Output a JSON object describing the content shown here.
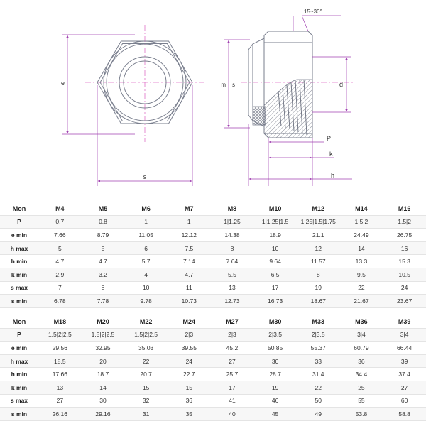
{
  "drawing": {
    "labels": {
      "e": "e",
      "s_bottom": "s",
      "s_side": "s",
      "m": "m",
      "d": "d",
      "P": "P",
      "k": "k",
      "h": "h",
      "angle": "15~30°"
    },
    "colors": {
      "outline": "#7a7f8e",
      "centerline": "#e070c8",
      "dimension": "#a040b0",
      "hatch": "#6a6f7e"
    }
  },
  "table1": {
    "header": [
      "Mon",
      "M4",
      "M5",
      "M6",
      "M7",
      "M8",
      "M10",
      "M12",
      "M14",
      "M16"
    ],
    "rows": [
      {
        "label": "P",
        "values": [
          "0.7",
          "0.8",
          "1",
          "1",
          "1|1.25",
          "1|1.25|1.5",
          "1.25|1.5|1.75",
          "1.5|2",
          "1.5|2"
        ]
      },
      {
        "label": "e min",
        "values": [
          "7.66",
          "8.79",
          "11.05",
          "12.12",
          "14.38",
          "18.9",
          "21.1",
          "24.49",
          "26.75"
        ]
      },
      {
        "label": "h max",
        "values": [
          "5",
          "5",
          "6",
          "7.5",
          "8",
          "10",
          "12",
          "14",
          "16"
        ]
      },
      {
        "label": "h min",
        "values": [
          "4.7",
          "4.7",
          "5.7",
          "7.14",
          "7.64",
          "9.64",
          "11.57",
          "13.3",
          "15.3"
        ]
      },
      {
        "label": "k min",
        "values": [
          "2.9",
          "3.2",
          "4",
          "4.7",
          "5.5",
          "6.5",
          "8",
          "9.5",
          "10.5"
        ]
      },
      {
        "label": "s max",
        "values": [
          "7",
          "8",
          "10",
          "11",
          "13",
          "17",
          "19",
          "22",
          "24"
        ]
      },
      {
        "label": "s min",
        "values": [
          "6.78",
          "7.78",
          "9.78",
          "10.73",
          "12.73",
          "16.73",
          "18.67",
          "21.67",
          "23.67"
        ]
      }
    ]
  },
  "table2": {
    "header": [
      "Mon",
      "M18",
      "M20",
      "M22",
      "M24",
      "M27",
      "M30",
      "M33",
      "M36",
      "M39"
    ],
    "rows": [
      {
        "label": "P",
        "values": [
          "1.5|2|2.5",
          "1.5|2|2.5",
          "1.5|2|2.5",
          "2|3",
          "2|3",
          "2|3.5",
          "2|3.5",
          "3|4",
          "3|4"
        ]
      },
      {
        "label": "e min",
        "values": [
          "29.56",
          "32.95",
          "35.03",
          "39.55",
          "45.2",
          "50.85",
          "55.37",
          "60.79",
          "66.44"
        ]
      },
      {
        "label": "h max",
        "values": [
          "18.5",
          "20",
          "22",
          "24",
          "27",
          "30",
          "33",
          "36",
          "39"
        ]
      },
      {
        "label": "h min",
        "values": [
          "17.66",
          "18.7",
          "20.7",
          "22.7",
          "25.7",
          "28.7",
          "31.4",
          "34.4",
          "37.4"
        ]
      },
      {
        "label": "k min",
        "values": [
          "13",
          "14",
          "15",
          "15",
          "17",
          "19",
          "22",
          "25",
          "27"
        ]
      },
      {
        "label": "s max",
        "values": [
          "27",
          "30",
          "32",
          "36",
          "41",
          "46",
          "50",
          "55",
          "60"
        ]
      },
      {
        "label": "s min",
        "values": [
          "26.16",
          "29.16",
          "31",
          "35",
          "40",
          "45",
          "49",
          "53.8",
          "58.8"
        ]
      }
    ]
  }
}
